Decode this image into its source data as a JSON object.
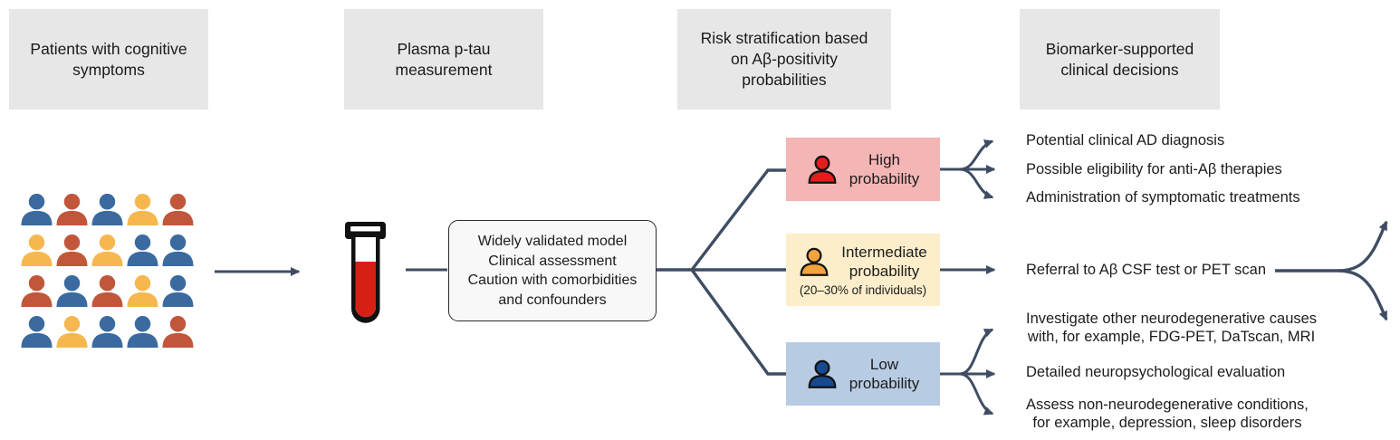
{
  "colors": {
    "line": "#3f4d63",
    "header_bg": "#e7e7e7",
    "person_blue": "#3a6a9f",
    "person_orange": "#c1563b",
    "person_yellow": "#f6b84e",
    "tube_liquid": "#d62015",
    "high_bg": "#f4b5b5",
    "high_icon": "#e31c1c",
    "intermediate_bg": "#fdeecb",
    "intermediate_icon": "#f2a33c",
    "low_bg": "#b7cbe2",
    "low_icon": "#17498f"
  },
  "headers": [
    {
      "label": "Patients with cognitive\nsymptoms"
    },
    {
      "label": "Plasma p-tau\nmeasurement"
    },
    {
      "label": "Risk stratification based\non Aβ-positivity\nprobabilities"
    },
    {
      "label": "Biomarker-supported\nclinical decisions"
    }
  ],
  "population": {
    "rows": [
      [
        "blue",
        "orange",
        "blue",
        "yellow",
        "orange"
      ],
      [
        "yellow",
        "orange",
        "yellow",
        "blue",
        "blue"
      ],
      [
        "orange",
        "blue",
        "orange",
        "yellow",
        "blue"
      ],
      [
        "blue",
        "yellow",
        "blue",
        "blue",
        "orange"
      ]
    ]
  },
  "model_box": {
    "text": "Widely validated model\nClinical assessment\nCaution with comorbidities\nand confounders"
  },
  "risk_levels": [
    {
      "id": "high",
      "label": "High\nprobability",
      "sub": "",
      "bg": "#f4b5b5",
      "icon": "#e31c1c"
    },
    {
      "id": "intermediate",
      "label": "Intermediate\nprobability",
      "sub": "(20–30% of individuals)",
      "bg": "#fdeecb",
      "icon": "#f2a33c"
    },
    {
      "id": "low",
      "label": "Low\nprobability",
      "sub": "",
      "bg": "#b7cbe2",
      "icon": "#17498f"
    }
  ],
  "outcomes": {
    "high": [
      "Potential clinical AD diagnosis",
      "Possible eligibility for anti-Aβ therapies",
      "Administration of symptomatic treatments"
    ],
    "intermediate": [
      "Referral to Aβ CSF test or PET scan"
    ],
    "low": [
      "Investigate other neurodegenerative causes\nwith, for example, FDG-PET, DaTscan, MRI",
      "Detailed neuropsychological evaluation",
      "Assess non-neurodegenerative conditions,\nfor example, depression, sleep disorders"
    ]
  }
}
